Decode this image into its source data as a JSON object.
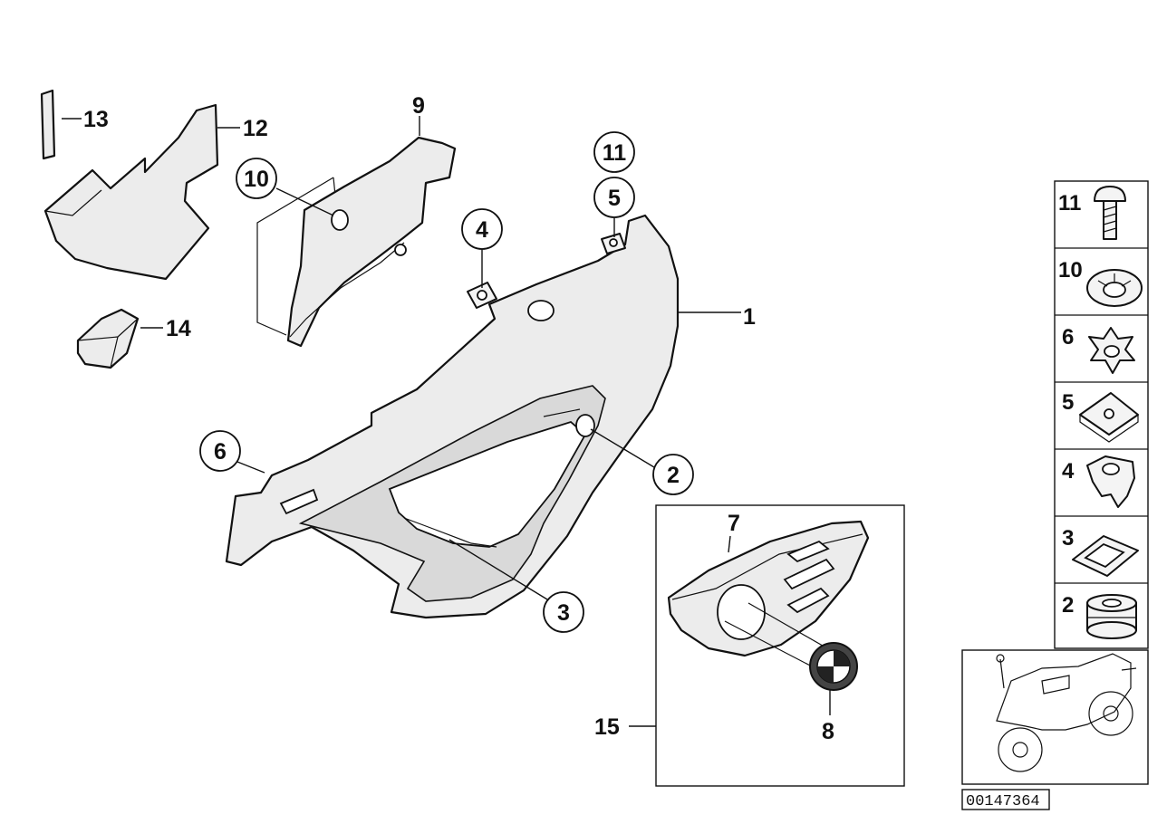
{
  "callouts": {
    "c1": "1",
    "c2": "2",
    "c3": "3",
    "c4": "4",
    "c5": "5",
    "c6": "6",
    "c7": "7",
    "c8": "8",
    "c9": "9",
    "c10": "10",
    "c11": "11",
    "c12": "12",
    "c13": "13",
    "c14": "14",
    "c15": "15"
  },
  "hardware_panel": [
    {
      "label": "11",
      "icon": "screw-icon"
    },
    {
      "label": "10",
      "icon": "clip-washer-icon"
    },
    {
      "label": "6",
      "icon": "star-nut-icon"
    },
    {
      "label": "5",
      "icon": "spring-nut-icon"
    },
    {
      "label": "4",
      "icon": "square-nut-icon"
    },
    {
      "label": "3",
      "icon": "rubber-pad-icon"
    },
    {
      "label": "2",
      "icon": "grommet-icon"
    }
  ],
  "reference_number": "00147364",
  "colors": {
    "line": "#111111",
    "fill": "#ececec"
  }
}
